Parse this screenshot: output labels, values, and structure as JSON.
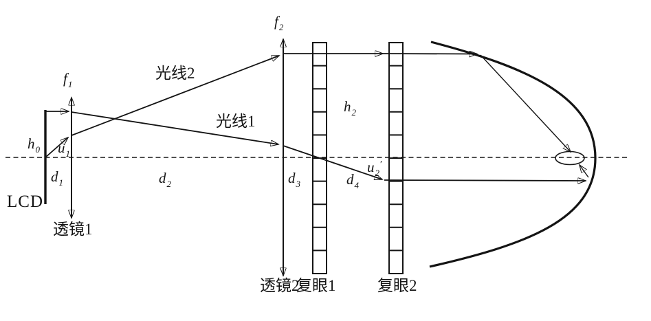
{
  "figure": {
    "ink_color": "#141414",
    "background_color": "#ffffff"
  },
  "labels": {
    "lcd": "LCD",
    "lens1": "透镜1",
    "lens2": "透镜2",
    "eye1": "复眼1",
    "eye2": "复眼2",
    "ray2": "光线2",
    "ray1": "光线1",
    "f1": {
      "base": "f",
      "sub": "1"
    },
    "f2": {
      "base": "f",
      "sub": "2"
    },
    "h0": {
      "base": "h",
      "sub": "0"
    },
    "h2": {
      "base": "h",
      "sub": "2"
    },
    "u1": {
      "base": "u",
      "sub": "1"
    },
    "u2p": {
      "base": "u",
      "sub": "2",
      "prime": "′"
    },
    "d1": {
      "base": "d",
      "sub": "1"
    },
    "d2": {
      "base": "d",
      "sub": "2"
    },
    "d3": {
      "base": "d",
      "sub": "3"
    },
    "d4": {
      "base": "d",
      "sub": "4"
    }
  }
}
